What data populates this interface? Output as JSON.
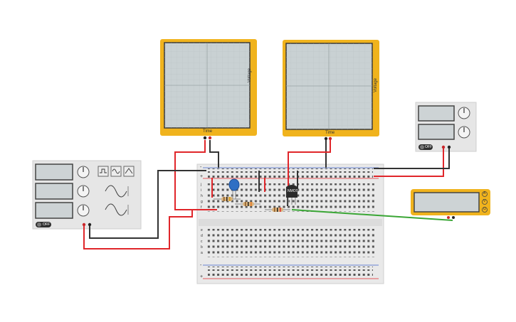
{
  "oscilloscope_1": {
    "x_label": "Time",
    "y_label": "Voltage"
  },
  "oscilloscope_2": {
    "x_label": "Time",
    "y_label": "Voltage"
  },
  "function_generator": {
    "power_label": "OFF"
  },
  "power_supply": {
    "power_label": "OFF"
  },
  "multimeter": {
    "mode_labels": [
      "A",
      "V",
      "Ω"
    ]
  },
  "transistor": {
    "label": "NMOS"
  },
  "breadboard": {
    "top_rail_signs": [
      "-",
      "+"
    ],
    "bottom_rail_signs": [
      "-",
      "+"
    ],
    "row_letters_top": [
      "j",
      "i",
      "h",
      "g",
      "f"
    ],
    "row_letters_bottom": [
      "e",
      "d",
      "c",
      "b",
      "a"
    ]
  },
  "colors": {
    "scope_frame": "#f0b31d",
    "wire_red": "#e0262a",
    "wire_black": "#333333",
    "wire_green": "#3aa635",
    "breadboard": "#e9e9e9",
    "capacitor": "#2f6fc4"
  }
}
